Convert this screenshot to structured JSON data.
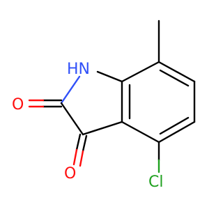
{
  "atoms": {
    "nh": {
      "label": "HN",
      "color": "#3050f8"
    },
    "o_left": {
      "label": "O",
      "color": "#ff0d0d"
    },
    "o_bottom": {
      "label": "O",
      "color": "#ff0d0d"
    },
    "cl": {
      "label": "Cl",
      "color": "#1fa01f"
    }
  },
  "bond_color": "#000000"
}
